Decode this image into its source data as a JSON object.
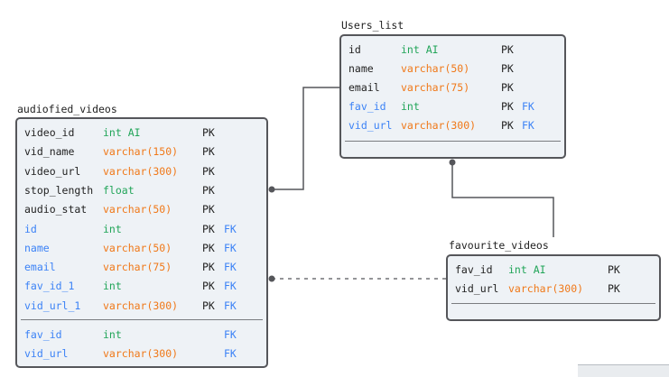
{
  "tables": {
    "users_list": {
      "title": "Users_list",
      "rows": [
        {
          "name": "id",
          "type": "int AI",
          "type_kind": "int",
          "pk": "PK",
          "fk": "",
          "name_kind": "name"
        },
        {
          "name": "name",
          "type": "varchar(50)",
          "type_kind": "var",
          "pk": "PK",
          "fk": "",
          "name_kind": "name"
        },
        {
          "name": "email",
          "type": "varchar(75)",
          "type_kind": "var",
          "pk": "PK",
          "fk": "",
          "name_kind": "name"
        },
        {
          "name": "fav_id",
          "type": "int",
          "type_kind": "int",
          "pk": "PK",
          "fk": "FK",
          "name_kind": "fk"
        },
        {
          "name": "vid_url",
          "type": "varchar(300)",
          "type_kind": "var",
          "pk": "PK",
          "fk": "FK",
          "name_kind": "fk"
        }
      ]
    },
    "audiofied_videos": {
      "title": "audiofied_videos",
      "rows": [
        {
          "name": "video_id",
          "type": "int AI",
          "type_kind": "int",
          "pk": "PK",
          "fk": "",
          "name_kind": "name"
        },
        {
          "name": "vid_name",
          "type": "varchar(150)",
          "type_kind": "var",
          "pk": "PK",
          "fk": "",
          "name_kind": "name"
        },
        {
          "name": "video_url",
          "type": "varchar(300)",
          "type_kind": "var",
          "pk": "PK",
          "fk": "",
          "name_kind": "name"
        },
        {
          "name": "stop_length",
          "type": "float",
          "type_kind": "int",
          "pk": "PK",
          "fk": "",
          "name_kind": "name"
        },
        {
          "name": "audio_stat",
          "type": "varchar(50)",
          "type_kind": "var",
          "pk": "PK",
          "fk": "",
          "name_kind": "name"
        },
        {
          "name": "id",
          "type": "int",
          "type_kind": "int",
          "pk": "PK",
          "fk": "FK",
          "name_kind": "fk"
        },
        {
          "name": "name",
          "type": "varchar(50)",
          "type_kind": "var",
          "pk": "PK",
          "fk": "FK",
          "name_kind": "fk"
        },
        {
          "name": "email",
          "type": "varchar(75)",
          "type_kind": "var",
          "pk": "PK",
          "fk": "FK",
          "name_kind": "fk"
        },
        {
          "name": "fav_id_1",
          "type": "int",
          "type_kind": "int",
          "pk": "PK",
          "fk": "FK",
          "name_kind": "fk"
        },
        {
          "name": "vid_url_1",
          "type": "varchar(300)",
          "type_kind": "var",
          "pk": "PK",
          "fk": "FK",
          "name_kind": "fk"
        }
      ],
      "extra_rows": [
        {
          "name": "fav_id",
          "type": "int",
          "type_kind": "int",
          "pk": "",
          "fk": "FK",
          "name_kind": "fk"
        },
        {
          "name": "vid_url",
          "type": "varchar(300)",
          "type_kind": "var",
          "pk": "",
          "fk": "FK",
          "name_kind": "fk"
        }
      ]
    },
    "favourite_videos": {
      "title": "favourite_videos",
      "rows": [
        {
          "name": "fav_id",
          "type": "int AI",
          "type_kind": "int",
          "pk": "PK",
          "fk": "",
          "name_kind": "name"
        },
        {
          "name": "vid_url",
          "type": "varchar(300)",
          "type_kind": "var",
          "pk": "PK",
          "fk": "",
          "name_kind": "name"
        }
      ]
    }
  },
  "colors": {
    "name": "#222222",
    "fk": "#3b82f6",
    "int": "#22a559",
    "varchar": "#f07818",
    "border": "#55565a",
    "fill": "#eef2f6"
  }
}
